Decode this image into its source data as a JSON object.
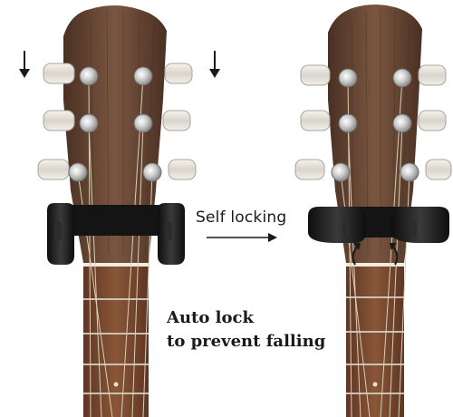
{
  "labels": {
    "self_locking": "Self locking",
    "auto_lock_line1": "Auto lock",
    "auto_lock_line2": "to prevent falling"
  },
  "colors": {
    "headstock_wood": "#6b4a36",
    "headstock_dark": "#4a3023",
    "fretboard": "#7a4a32",
    "fret": "#c9c2b3",
    "tuner_button": "#e6e3dc",
    "chrome": "#c8c8c8",
    "holder": "#1c1c1c",
    "text": "#1a1a1a"
  },
  "icons": {
    "down_arrow": "down-arrow-icon",
    "right_arrow": "right-arrow-icon",
    "rotation_arrow": "curved-arrow-icon"
  }
}
